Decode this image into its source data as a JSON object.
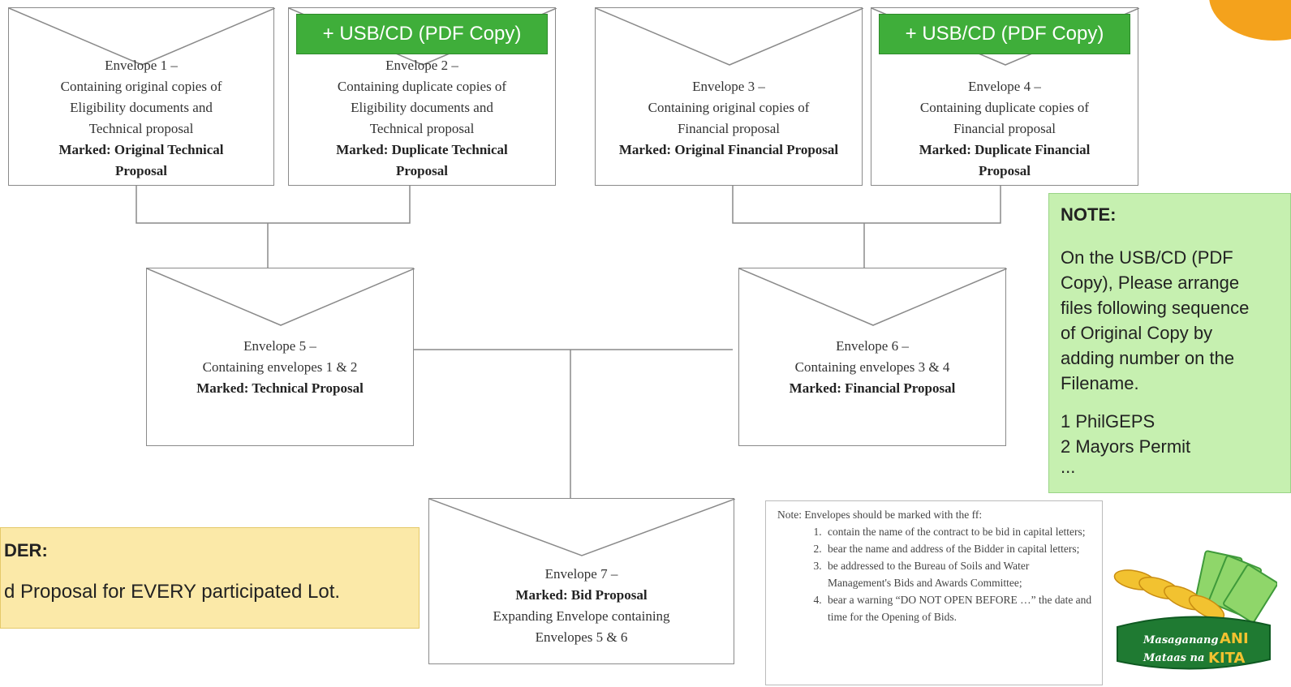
{
  "envelopes": {
    "e1": {
      "title": "Envelope 1 –",
      "line1": "Containing original copies of",
      "line2": "Eligibility documents and",
      "line3": "Technical proposal",
      "marked": "Marked:  Original Technical",
      "marked2": "Proposal"
    },
    "e2": {
      "title": "Envelope 2 –",
      "line1": "Containing duplicate copies of",
      "line2": "Eligibility documents and",
      "line3": "Technical proposal",
      "marked": "Marked:  Duplicate Technical",
      "marked2": "Proposal"
    },
    "e3": {
      "title": "Envelope 3 –",
      "line1": "Containing original copies of",
      "line2": "Financial proposal",
      "marked": "Marked:  Original Financial Proposal"
    },
    "e4": {
      "title": "Envelope 4 –",
      "line1": "Containing duplicate copies of",
      "line2": "Financial proposal",
      "marked": "Marked:  Duplicate Financial",
      "marked2": "Proposal"
    },
    "e5": {
      "title": "Envelope 5 –",
      "line1": "Containing envelopes 1 & 2",
      "marked": "Marked:  Technical Proposal"
    },
    "e6": {
      "title": "Envelope 6 –",
      "line1": "Containing envelopes 3 & 4",
      "marked": "Marked:  Financial Proposal"
    },
    "e7": {
      "title": "Envelope 7 –",
      "marked": "Marked: Bid Proposal",
      "line1": "Expanding Envelope containing",
      "line2": "Envelopes 5 & 6"
    }
  },
  "usb_label": "+ USB/CD (PDF Copy)",
  "note": {
    "title": "NOTE:",
    "lines": [
      "On the USB/CD (PDF",
      "Copy), Please arrange",
      "files following sequence",
      "of Original Copy by",
      "adding number on the",
      "Filename."
    ],
    "list": [
      "1 PhilGEPS",
      "2 Mayors Permit",
      "..."
    ]
  },
  "reminder": {
    "title": "DER:",
    "body": "d Proposal for EVERY participated Lot."
  },
  "marking_note": {
    "intro": "Note: Envelopes should be marked with the ff:",
    "items": [
      "contain the name of the contract to be bid in capital letters;",
      "bear the name and address of the Bidder in capital letters;",
      "be addressed to the Bureau of Soils and Water Management's Bids and Awards Committee;",
      "bear a warning “DO NOT OPEN BEFORE …” the date and time for the Opening of Bids."
    ]
  },
  "logo": {
    "line1": "Masaganang",
    "line1b": "ANI",
    "line2": "Mataas na",
    "line2b": "KITA"
  },
  "colors": {
    "usb_green": "#3fae3a",
    "note_green": "#c6f0b0",
    "reminder_yellow": "#fbe9a8",
    "accent_orange": "#f4a21c",
    "logo_green": "#1f7a32"
  }
}
